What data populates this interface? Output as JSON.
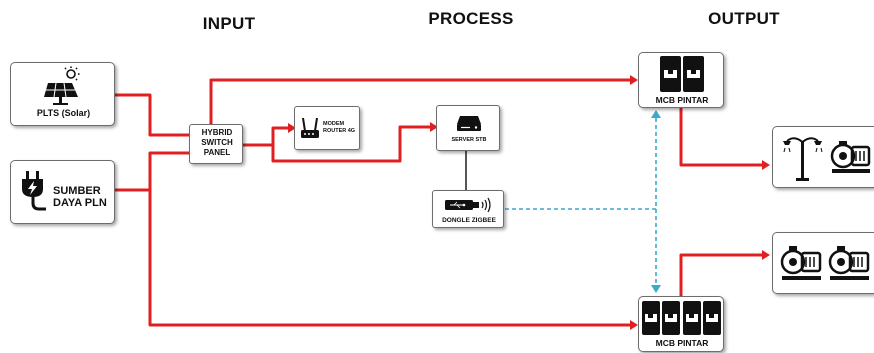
{
  "headings": {
    "input": "INPUT",
    "process": "PROCESS",
    "output": "OUTPUT"
  },
  "nodes": {
    "solar": {
      "label": "PLTS (Solar)",
      "icon": "solar-panel-icon"
    },
    "pln": {
      "label_line1": "SUMBER",
      "label_line2": "DAYA PLN",
      "icon": "power-plug-icon"
    },
    "hybrid": {
      "line1": "HYBRID",
      "line2": "SWITCH",
      "line3": "PANEL"
    },
    "modem": {
      "line1": "MODEM",
      "line2": "ROUTER 4G",
      "icon": "router-icon"
    },
    "server": {
      "label": "SERVER STB",
      "icon": "server-icon"
    },
    "dongle": {
      "label": "DONGLE ZIGBEE",
      "icon": "usb-wireless-icon"
    },
    "mcb_top": {
      "label": "MCB PINTAR",
      "icon": "mcb-breaker-icon"
    },
    "mcb_bottom": {
      "label": "MCB PINTAR",
      "icon": "mcb-breaker-icon"
    },
    "load_top": {
      "icons": [
        "street-lamp-icon",
        "water-pump-icon"
      ]
    },
    "load_bottom": {
      "icons": [
        "water-pump-icon",
        "water-pump-icon"
      ]
    }
  },
  "colors": {
    "power_line": "#e02020",
    "signal_line": "#3aa8cf",
    "data_line": "#555555",
    "box_border": "#6d6d6d"
  }
}
